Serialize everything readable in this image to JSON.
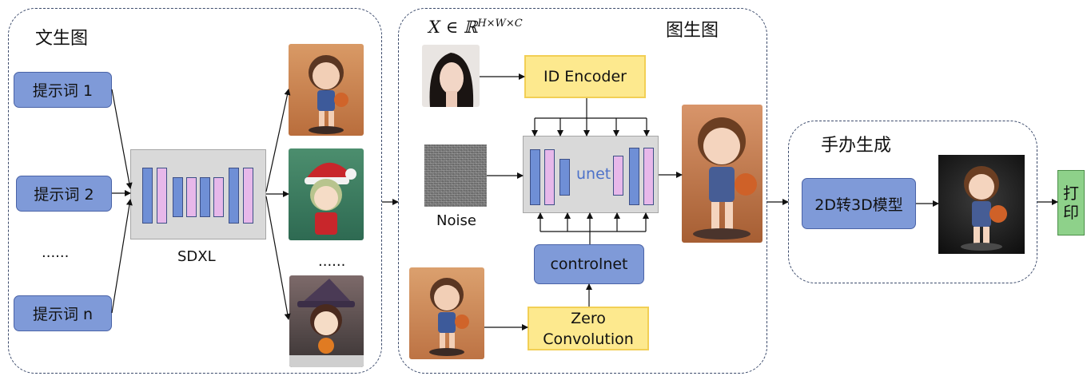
{
  "panels": {
    "text2img": {
      "title": "文生图",
      "prompts": [
        "提示词 1",
        "提示词 2",
        "提示词 n"
      ],
      "prompt_ellipsis": "......",
      "model_label": "SDXL",
      "output_ellipsis": "......"
    },
    "img2img": {
      "title": "图生图",
      "formula_lead": "X ∈ ℝ",
      "formula_sup": "H×W×C",
      "id_encoder": "ID Encoder",
      "noise_label": "Noise",
      "unet_label": "unet",
      "controlnet": "controlnet",
      "zero_conv": "Zero Convolution"
    },
    "figure": {
      "title": "手办生成",
      "converter": "2D转3D模型"
    },
    "print": "打印"
  },
  "colors": {
    "blue_box": "#7f9ad8",
    "yellow_box": "#fde98e",
    "green_box": "#8ed18a",
    "net_gray": "#d9d9d9",
    "bar_blue": "#6f8fd6",
    "bar_pink": "#e7b8ea"
  }
}
